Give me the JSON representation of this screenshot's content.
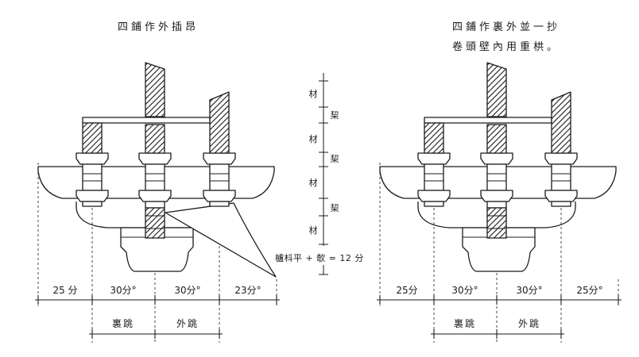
{
  "left_figure": {
    "title": "四鋪作外插昂",
    "dimensions": [
      "25 分",
      "30分°",
      "30分°",
      "23分°"
    ],
    "jump_labels": [
      "裏跳",
      "外跳"
    ]
  },
  "right_figure": {
    "title_lines": [
      "四鋪作裏外並一抄",
      "卷頭壁內用重栱。"
    ],
    "dimensions": [
      "25分",
      "30分°",
      "30分°",
      "25分°"
    ],
    "jump_labels": [
      "裏跳",
      "外跳"
    ]
  },
  "scale": {
    "labels": [
      "材",
      "栔",
      "材",
      "栔",
      "材",
      "栔",
      "材"
    ],
    "base_note": "櫨枓平 + 欹 = 12 分"
  },
  "colors": {
    "ink": "#1b1b1b",
    "paper": "#ffffff"
  }
}
